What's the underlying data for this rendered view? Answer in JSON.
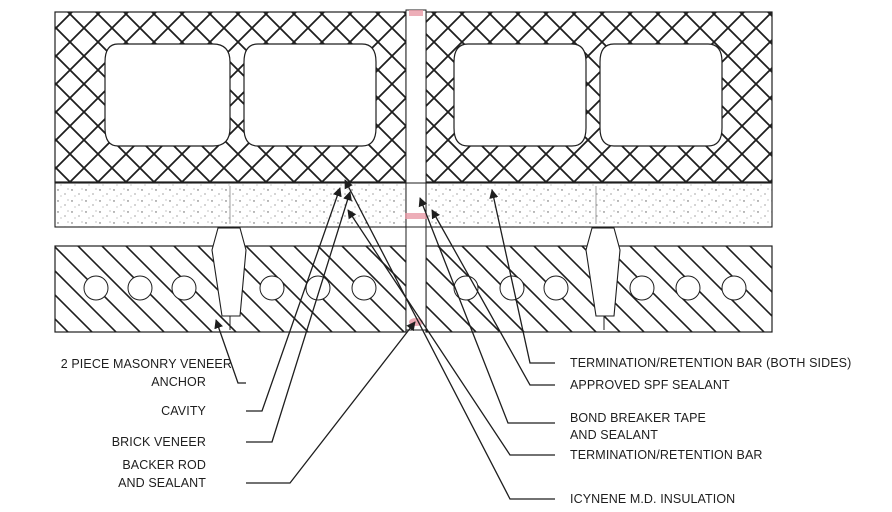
{
  "labels": {
    "left": {
      "anchor_1": "2 PIECE MASONRY VENEER",
      "anchor_2": "ANCHOR",
      "cavity": "CAVITY",
      "brick": "BRICK VENEER",
      "backer_1": "BACKER ROD",
      "backer_2": "AND SEALANT"
    },
    "right": {
      "term_both": "TERMINATION/RETENTION BAR (BOTH SIDES)",
      "spf": "APPROVED SPF SEALANT",
      "bond_1": "BOND BREAKER TAPE",
      "bond_2": "AND SEALANT",
      "term": "TERMINATION/RETENTION BAR",
      "icynene": "ICYNENE M.D. INSULATION"
    }
  },
  "colors": {
    "line": "#1e1e1e",
    "sealant_accent": "#e89aa6"
  }
}
